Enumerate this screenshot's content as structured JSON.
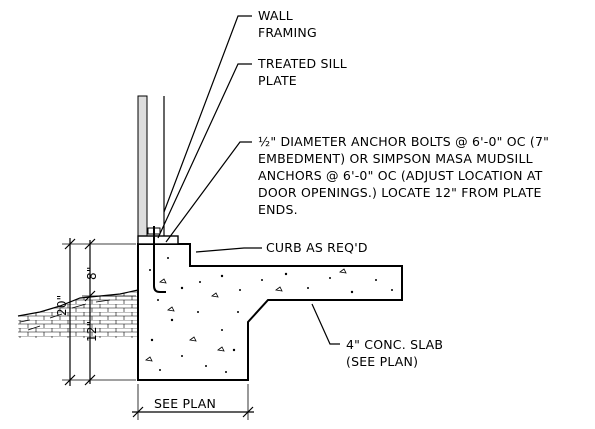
{
  "callouts": {
    "wall_framing": [
      "WALL",
      "FRAMING"
    ],
    "sill_plate": [
      "TREATED SILL",
      "PLATE"
    ],
    "anchor": [
      "½\" DIAMETER ANCHOR BOLTS @ 6'-0\" OC (7\"",
      "EMBEDMENT) OR SIMPSON MASA MUDSILL",
      "ANCHORS @ 6'-0\" OC (ADJUST LOCATION AT",
      "DOOR OPENINGS.)  LOCATE 12\" FROM PLATE",
      "ENDS."
    ],
    "curb": "CURB AS REQ'D",
    "slab": [
      "4\" CONC. SLAB",
      "(SEE PLAN)"
    ]
  },
  "dimensions": {
    "total_height": "20\"",
    "upper": "8\"",
    "lower": "12\"",
    "width": "SEE PLAN"
  }
}
